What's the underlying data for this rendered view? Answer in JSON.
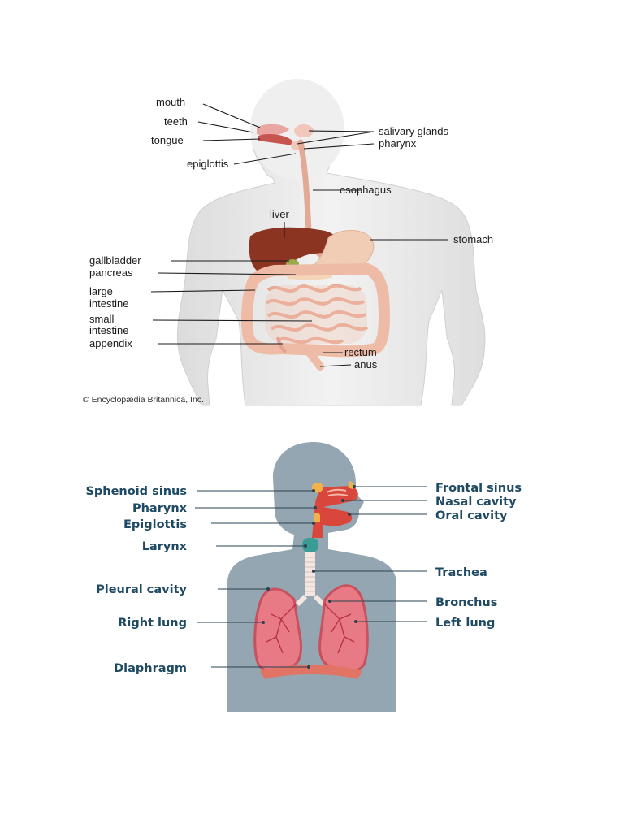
{
  "digestive": {
    "labels": {
      "mouth": "mouth",
      "teeth": "teeth",
      "tongue": "tongue",
      "epiglottis": "epiglottis",
      "salivary_glands": "salivary glands",
      "pharynx": "pharynx",
      "esophagus": "esophagus",
      "liver": "liver",
      "stomach": "stomach",
      "gallbladder": "gallbladder",
      "pancreas": "pancreas",
      "large_intestine_1": "large",
      "large_intestine_2": "intestine",
      "small_intestine_1": "small",
      "small_intestine_2": "intestine",
      "appendix": "appendix",
      "rectum": "rectum",
      "anus": "anus"
    },
    "copyright": "© Encyclopædia Britannica, Inc."
  },
  "respiratory": {
    "labels": {
      "sphenoid_sinus": "Sphenoid sinus",
      "pharynx": "Pharynx",
      "epiglottis": "Epiglottis",
      "larynx": "Larynx",
      "pleural_cavity": "Pleural cavity",
      "right_lung": "Right lung",
      "diaphragm": "Diaphragm",
      "frontal_sinus": "Frontal sinus",
      "nasal_cavity": "Nasal cavity",
      "oral_cavity": "Oral cavity",
      "trachea": "Trachea",
      "bronchus": "Bronchus",
      "left_lung": "Left lung"
    }
  },
  "colors": {
    "body_silhouette_light": "#ececec",
    "body_silhouette_gray": "#93a6b1",
    "organ_liver": "#8b3422",
    "organ_stomach": "#f1cdb6",
    "organ_intestine": "#eebba7",
    "lung_fill": "#e77a85",
    "airway": "#d9463c",
    "larynx": "#3a9c94",
    "sinus": "#f2b24a",
    "label_blue": "#1f4a63"
  }
}
